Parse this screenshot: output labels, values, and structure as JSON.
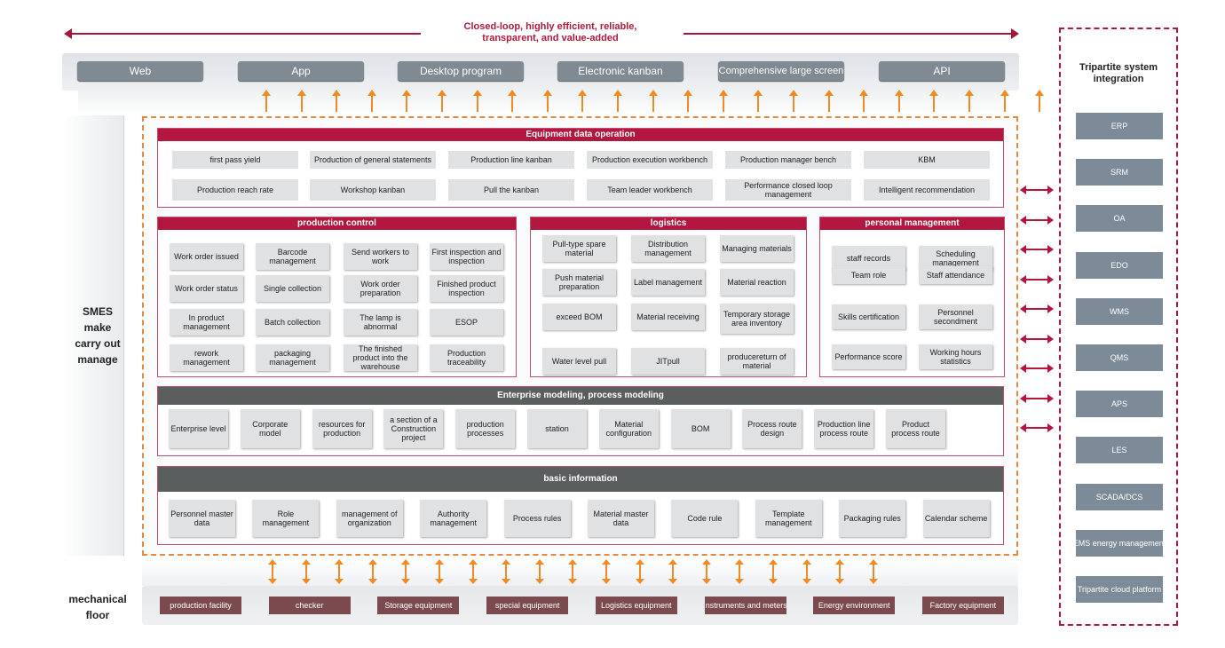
{
  "tagline": [
    "Closed-loop, highly efficient, reliable,",
    "transparent, and value-added"
  ],
  "clients": [
    "Web",
    "App",
    "Desktop program",
    "Electronic kanban",
    "Comprehensive large screen",
    "API"
  ],
  "left_label": [
    "SMES",
    "make",
    "carry out",
    "manage"
  ],
  "mech_label": [
    "mechanical",
    "floor"
  ],
  "equipment": {
    "title": "Equipment data operation",
    "items": [
      "first pass yield",
      "Production of general statements",
      "Production line kanban",
      "Production execution workbench",
      "Production manager bench",
      "KBM",
      "Production reach rate",
      "Workshop kanban",
      "Pull the kanban",
      "Team leader workbench",
      "Performance closed loop management",
      "Intelligent recommendation"
    ]
  },
  "production_control": {
    "title": "production control",
    "items": [
      "Work order issued",
      "Barcode management",
      "Send workers to work",
      "First inspection and inspection",
      "Work order status",
      "Single collection",
      "Work order preparation",
      "Finished product inspection",
      "In product management",
      "Batch collection",
      "The lamp is abnormal",
      "ESOP",
      "rework management",
      "packaging management",
      "The finished product into the warehouse",
      "Production traceability"
    ]
  },
  "logistics": {
    "title": "logistics",
    "items": [
      "Pull-type spare material",
      "Distribution management",
      "Managing materials",
      "Push material preparation",
      "Label management",
      "Material reaction",
      "exceed BOM",
      "Material receiving",
      "Temporary storage area inventory",
      "Water level pull",
      "JITpull",
      "producereturn of material"
    ]
  },
  "personal": {
    "title": "personal management",
    "items": [
      "staff records",
      "Scheduling management",
      "Team role",
      "Staff attendance",
      "Skills certification",
      "Personnel secondment",
      "Performance score",
      "Working hours statistics"
    ]
  },
  "modeling": {
    "title": "Enterprise modeling, process modeling",
    "items": [
      "Enterprise level",
      "Corporate model",
      "resources for production",
      "a section of a Construction project",
      "production processes",
      "station",
      "Material configuration",
      "BOM",
      "Process route design",
      "Production line process route",
      "Product process route"
    ]
  },
  "basic": {
    "title": "basic information",
    "items": [
      "Personnel master data",
      "Role management",
      "management of organization",
      "Authority management",
      "Process rules",
      "Material master data",
      "Code rule",
      "Template management",
      "Packaging rules",
      "Calendar scheme"
    ]
  },
  "devices": [
    "production facility",
    "checker",
    "Storage equipment",
    "special equipment",
    "Logistics equipment",
    "Instruments and meters",
    "Energy environment",
    "Factory equipment"
  ],
  "tripartite": {
    "title": "Tripartite system integration",
    "items": [
      "ERP",
      "SRM",
      "OA",
      "EDO",
      "WMS",
      "QMS",
      "APS",
      "LES",
      "SCADA/DCS",
      "EMS energy management",
      "Tripartite cloud platform"
    ]
  },
  "colors": {
    "accent": "#b3163e",
    "arrow": "#f08a24",
    "dark_header": "#5b5e5f",
    "device": "#7a4a4e",
    "tri_box": "#7d8a98"
  }
}
